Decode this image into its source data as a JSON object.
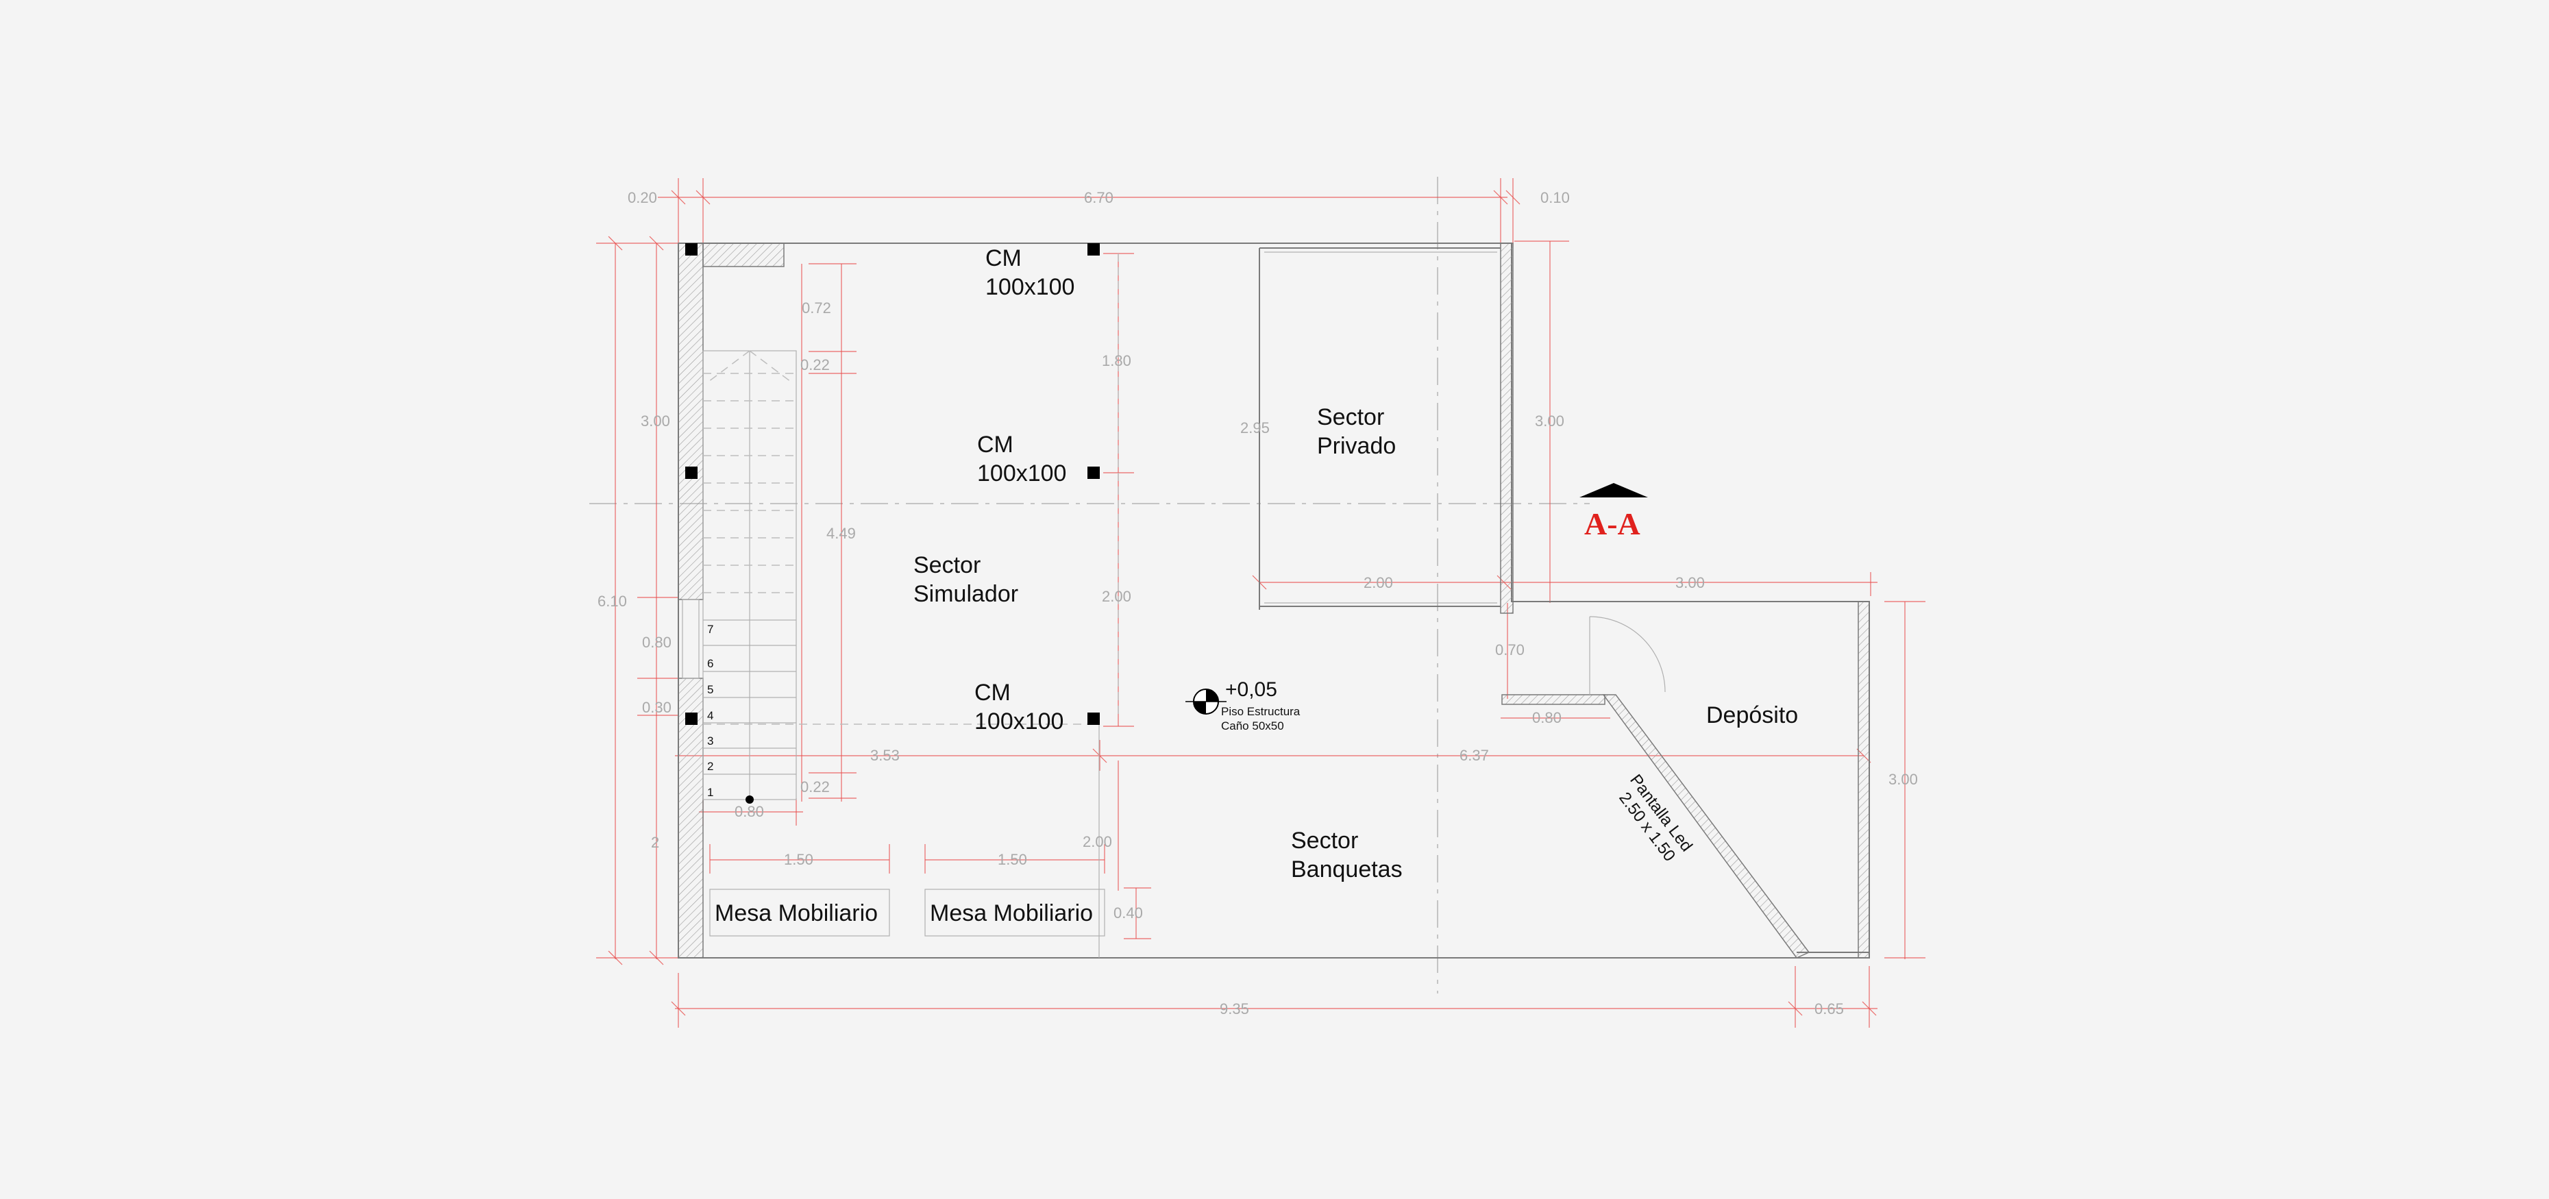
{
  "dimensions": {
    "top_left": "0.20",
    "top_main": "6.70",
    "top_right": "0.10",
    "left_total": "6.10",
    "left_upper": "3.00",
    "left_080": "0.80",
    "left_030": "0.30",
    "left_bottom": "2",
    "stair_072": "0.72",
    "stair_022_top": "0.22",
    "stair_022_bottom": "0.22",
    "stair_449": "4.49",
    "stair_080": "0.80",
    "mid_180": "1.80",
    "mid_200": "2.00",
    "mid_200_lower": "2.00",
    "private_295": "2.95",
    "private_200": "2.00",
    "right_300_upper": "3.00",
    "right_300_mid": "3.00",
    "depo_070": "0.70",
    "depo_080": "0.80",
    "row_353": "3.53",
    "row_637": "6.37",
    "right_300_lower": "3.00",
    "mesa1_150": "1.50",
    "mesa2_150": "1.50",
    "mesa_040": "0.40",
    "bottom_935": "9.35",
    "bottom_065": "0.65"
  },
  "labels": {
    "cm1_a": "CM",
    "cm1_b": "100x100",
    "cm2_a": "CM",
    "cm2_b": "100x100",
    "cm3_a": "CM",
    "cm3_b": "100x100",
    "privado_a": "Sector",
    "privado_b": "Privado",
    "simulador_a": "Sector",
    "simulador_b": "Simulador",
    "banquetas_a": "Sector",
    "banquetas_b": "Banquetas",
    "deposito": "Depósito",
    "mesa1": "Mesa Mobiliario",
    "mesa2": "Mesa Mobiliario",
    "level": "+0,05",
    "piso": "Piso Estructura",
    "cano": "Caño 50x50",
    "pantalla_a": "Pantalla Led",
    "pantalla_b": "2.50 x 1.50",
    "section_mark": "A-A"
  },
  "stair_steps": [
    "7",
    "6",
    "5",
    "4",
    "3",
    "2",
    "1"
  ],
  "colors": {
    "dimension": "#e8504f",
    "section_mark": "#e0211d",
    "background": "#f4f4f4"
  }
}
